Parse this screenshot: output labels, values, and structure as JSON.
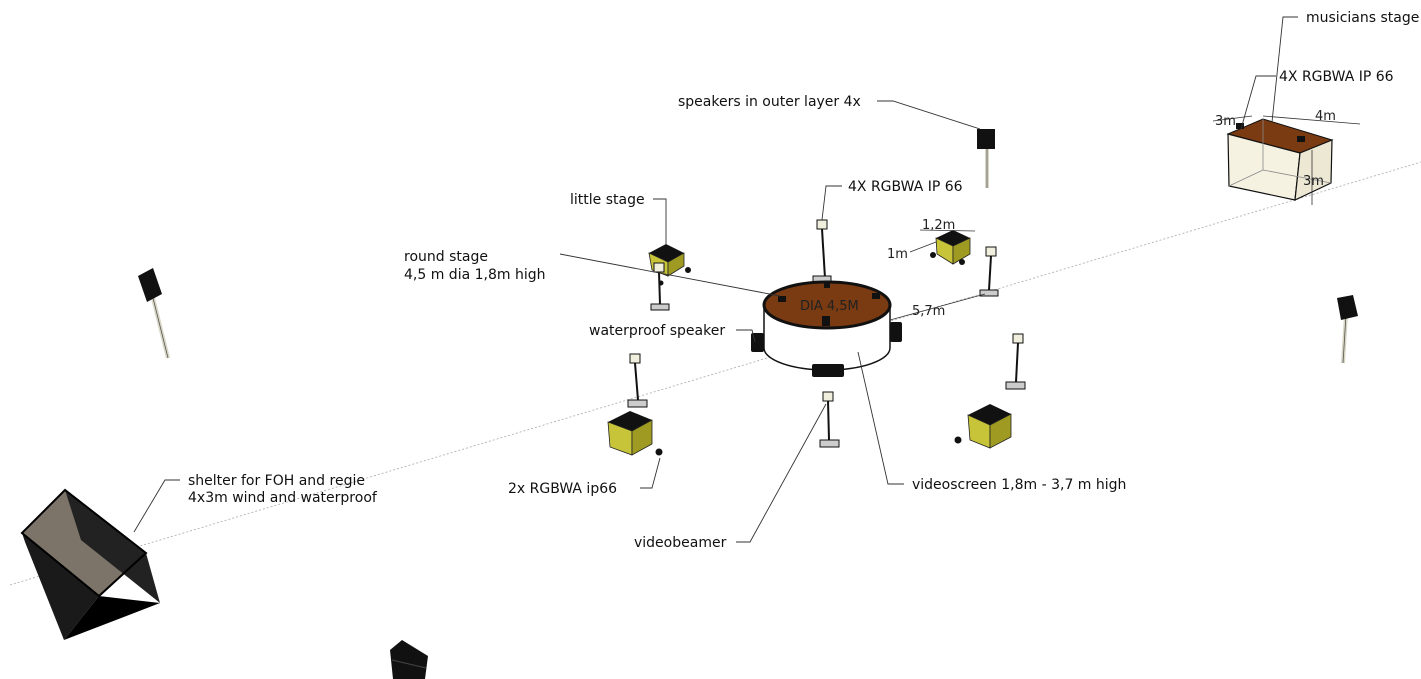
{
  "labels": {
    "musicians_stage": "musicians stage",
    "rgbwa_musicians": "4X RGBWA IP 66",
    "speakers_outer": "speakers  in outer layer 4x",
    "rgbwa_center": "4X RGBWA IP 66",
    "little_stage": "little stage",
    "round_stage_1": "round stage",
    "round_stage_2": "4,5 m dia 1,8m high",
    "waterproof_speaker": "waterproof speaker",
    "shelter_1": "shelter for FOH and regie",
    "shelter_2": "4x3m wind and waterproof",
    "rgbwa_small": "2x RGBWA ip66",
    "videobeamer": "videobeamer",
    "videoscreen": "videoscreen 1,8m - 3,7 m high"
  },
  "dimensions": {
    "stage_width": "4m",
    "stage_depth": "3m",
    "stage_height": "3m",
    "small_stage_width": "1,2m",
    "small_stage_depth": "1m",
    "distance": "5,7m",
    "round_dia": "DIA 4,5M"
  },
  "colors": {
    "stage_top": "#7a3a12",
    "cube_front": "#c8c43a",
    "cube_side": "#9f9b22",
    "dark": "#111111",
    "glass": "#f5f2e2"
  }
}
